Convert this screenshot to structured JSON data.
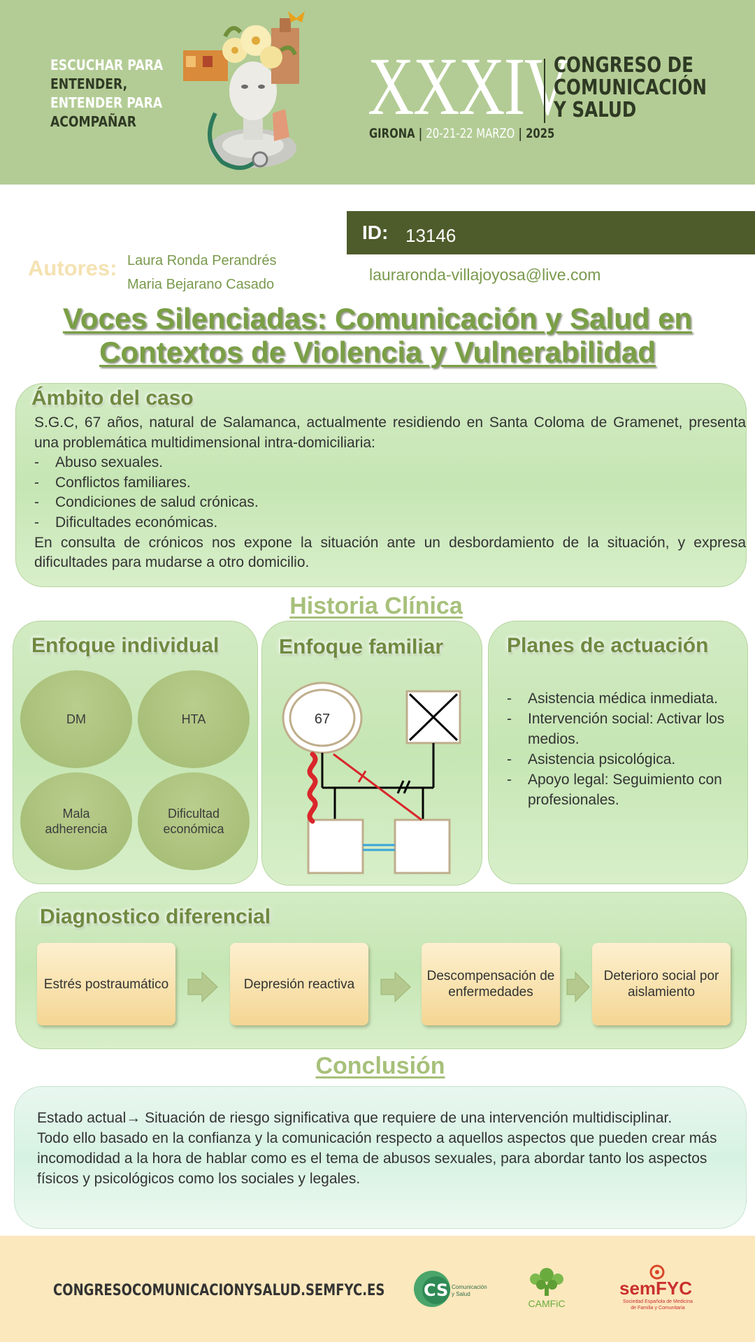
{
  "header": {
    "slogan": [
      "ESCUCHAR PARA",
      "ENTENDER,",
      "ENTENDER PARA",
      "ACOMPAÑAR"
    ],
    "roman": "XXXIV",
    "congreso": [
      "CONGRESO DE",
      "COMUNICACIÓN",
      "Y SALUD"
    ],
    "dates": {
      "city": "GIRONA",
      "sep1": "|",
      "days": "20-21-22 MARZO",
      "sep2": "|",
      "year": "2025"
    }
  },
  "id": {
    "label": "ID:",
    "value": "13146"
  },
  "email": "lauraronda-villajoyosa@live.com",
  "authors": {
    "label": "Autores:",
    "names": [
      "Laura Ronda Perandrés",
      "Maria Bejarano Casado"
    ]
  },
  "title": [
    "Voces Silenciadas: Comunicación y Salud en",
    "Contextos de Violencia y Vulnerabilidad"
  ],
  "ambito": {
    "heading": "Ámbito del caso",
    "intro": "S.G.C, 67 años, natural de Salamanca, actualmente residiendo en Santa Coloma de Gramenet, presenta una  problemática multidimensional intra-domiciliaria:",
    "items": [
      "Abuso sexuales.",
      "Conflictos familiares.",
      "Condiciones de salud crónicas.",
      "Dificultades económicas."
    ],
    "outro": "En consulta de crónicos nos expone la situación ante un  desbordamiento de la situación, y expresa dificultades para mudarse a otro domicilio."
  },
  "historia_label": "Historia Clínica",
  "individual": {
    "heading": "Enfoque individual",
    "bubbles": [
      "DM",
      "HTA",
      "Mala adherencia",
      "Dificultad económica"
    ]
  },
  "familiar": {
    "heading": "Enfoque familiar",
    "age": "67"
  },
  "planes": {
    "heading": "Planes de actuación",
    "items": [
      "Asistencia médica inmediata.",
      "Intervención social: Activar los medios.",
      "Asistencia psicológica.",
      "Apoyo legal: Seguimiento con profesionales."
    ]
  },
  "diagnostico": {
    "heading": "Diagnostico diferencial",
    "steps": [
      "Estrés postraumático",
      "Depresión reactiva",
      "Descompensación de enfermedades",
      "Deterioro social por aislamiento"
    ]
  },
  "conclusion_label": "Conclusión",
  "conclusion": {
    "lines": [
      "Estado actual→ Situación de riesgo significativa que requiere de una intervención multidisciplinar.",
      "Todo ello basado en la confianza y la comunicación respecto a aquellos aspectos que pueden crear más incomodidad a la hora de hablar como es el tema de abusos sexuales, para abordar tanto los aspectos físicos y psicológicos como los sociales y legales."
    ]
  },
  "footer": {
    "url": "CONGRESOCOMUNICACIONYSALUD.SEMFYC.ES",
    "logos": {
      "cs": {
        "mark": "CS",
        "text": [
          "Comunicación",
          "y Salud"
        ]
      },
      "camfic": {
        "name": "CAMFiC"
      },
      "semfyc": {
        "name": "semFYC",
        "subtitle": [
          "Sociedad Española de Medicina",
          "de Familia y Comunitaria"
        ]
      }
    }
  },
  "colors": {
    "header_green": "#b3cc95",
    "id_bar": "#4e5c2b",
    "title_green": "#7a9f45",
    "footer_cream": "#fce8bd",
    "genogram_red": "#d9262b",
    "genogram_blue": "#3aa3d8"
  },
  "icons": [
    "bust-illustration-icon",
    "chevron-arrow-icon",
    "cs-logo-icon",
    "camfic-tree-logo-icon",
    "semfyc-logo-icon"
  ]
}
